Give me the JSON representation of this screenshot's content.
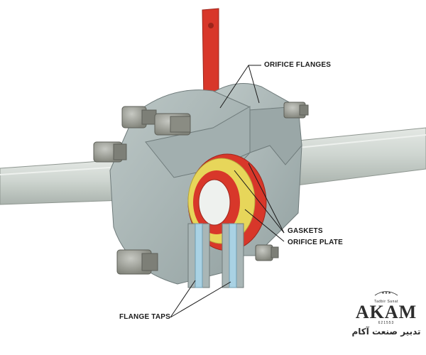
{
  "labels": {
    "orifice_flanges": "ORIFICE FLANGES",
    "gaskets": "GASKETS",
    "orifice_plate": "ORIFICE PLATE",
    "flange_taps": "FLANGE TAPS"
  },
  "logo": {
    "tagline": "Tadbir Sanat",
    "name": "AKAM",
    "number": "621553",
    "persian": "تدبیر صنعت آکام"
  },
  "colors": {
    "background": "#ffffff",
    "pipe": "#c7cfc9",
    "flange": "#a9b6b6",
    "bolt": "#9a9c96",
    "orifice_plate": "#d8372a",
    "gasket": "#e7d65a",
    "tap": "#a9d2e4"
  }
}
